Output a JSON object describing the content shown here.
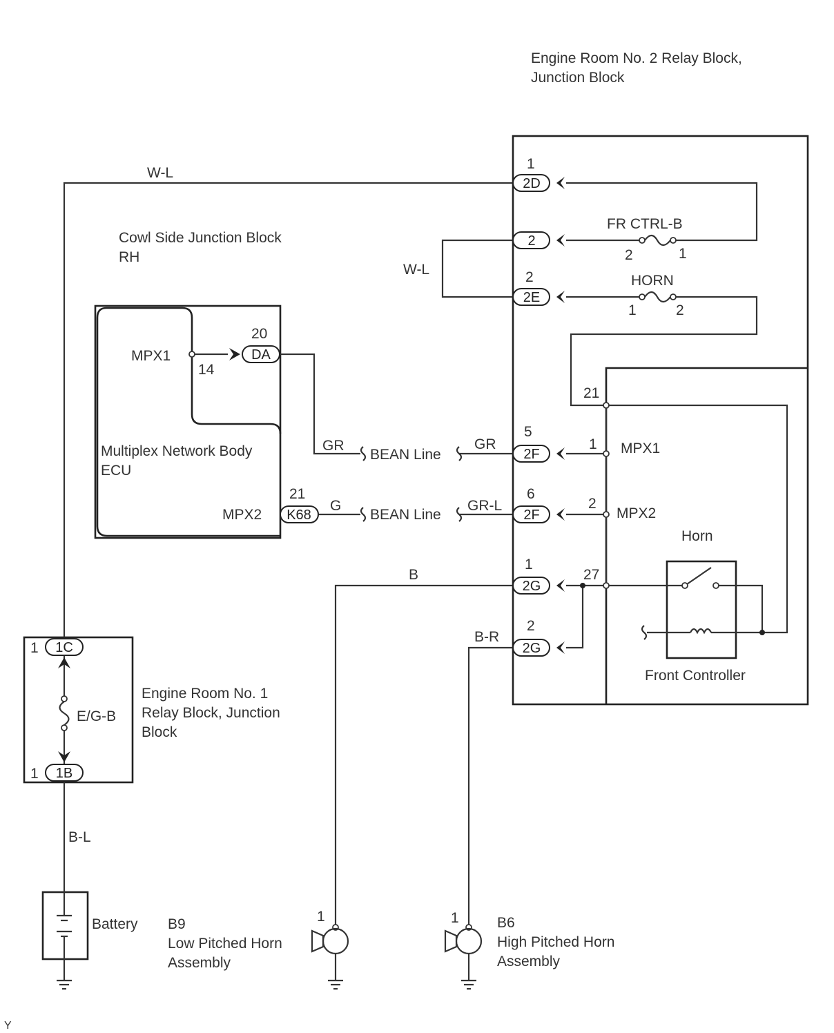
{
  "blocks": {
    "er2": [
      "Engine Room No. 2 Relay Block,",
      "Junction Block"
    ],
    "cowl": [
      "Cowl Side Junction Block",
      "RH"
    ],
    "ecu": [
      "Multiplex Network Body",
      "ECU"
    ],
    "er1": [
      "Engine Room No. 1",
      "Relay Block, Junction",
      "Block"
    ],
    "front_controller": "Front Controller",
    "horn_relay": "Horn",
    "battery": "Battery",
    "low_horn": [
      "B9",
      "Low Pitched Horn",
      "Assembly"
    ],
    "high_horn": [
      "B6",
      "High Pitched Horn",
      "Assembly"
    ]
  },
  "connectors": {
    "c2D": "2D",
    "c2": "2",
    "c2E": "2E",
    "cDA": "DA",
    "cK68": "K68",
    "c2F_a": "2F",
    "c2F_b": "2F",
    "c2G_a": "2G",
    "c2G_b": "2G",
    "c1C": "1C",
    "c1B": "1B"
  },
  "pins": {
    "p2D": "1",
    "p2E": "2",
    "pDA": "20",
    "p14": "14",
    "pK68": "21",
    "p2Fa": "5",
    "p2Fb": "6",
    "p2Ga": "1",
    "p2Gb": "2",
    "p1C": "1",
    "p1B": "1",
    "pFR2": "2",
    "pFR1": "1",
    "pH1": "1",
    "pH2": "2",
    "p21": "21",
    "pM1": "1",
    "pM2": "2",
    "p27": "27",
    "pLow": "1",
    "pHigh": "1"
  },
  "fuses": {
    "fr": "FR CTRL-B",
    "horn": "HORN",
    "eg": "E/G-B"
  },
  "terminals": {
    "ecu_mpx1": "MPX1",
    "ecu_mpx2": "MPX2",
    "fc_mpx1": "MPX1",
    "fc_mpx2": "MPX2"
  },
  "wires": {
    "wl_top": "W-L",
    "wl_mid": "W-L",
    "gr_left": "GR",
    "gr_right": "GR",
    "g_left": "G",
    "grl_right": "GR-L",
    "b": "B",
    "br": "B-R",
    "bl": "B-L"
  },
  "bean": {
    "line1": "BEAN Line",
    "line2": "BEAN Line"
  },
  "corner": "Y"
}
